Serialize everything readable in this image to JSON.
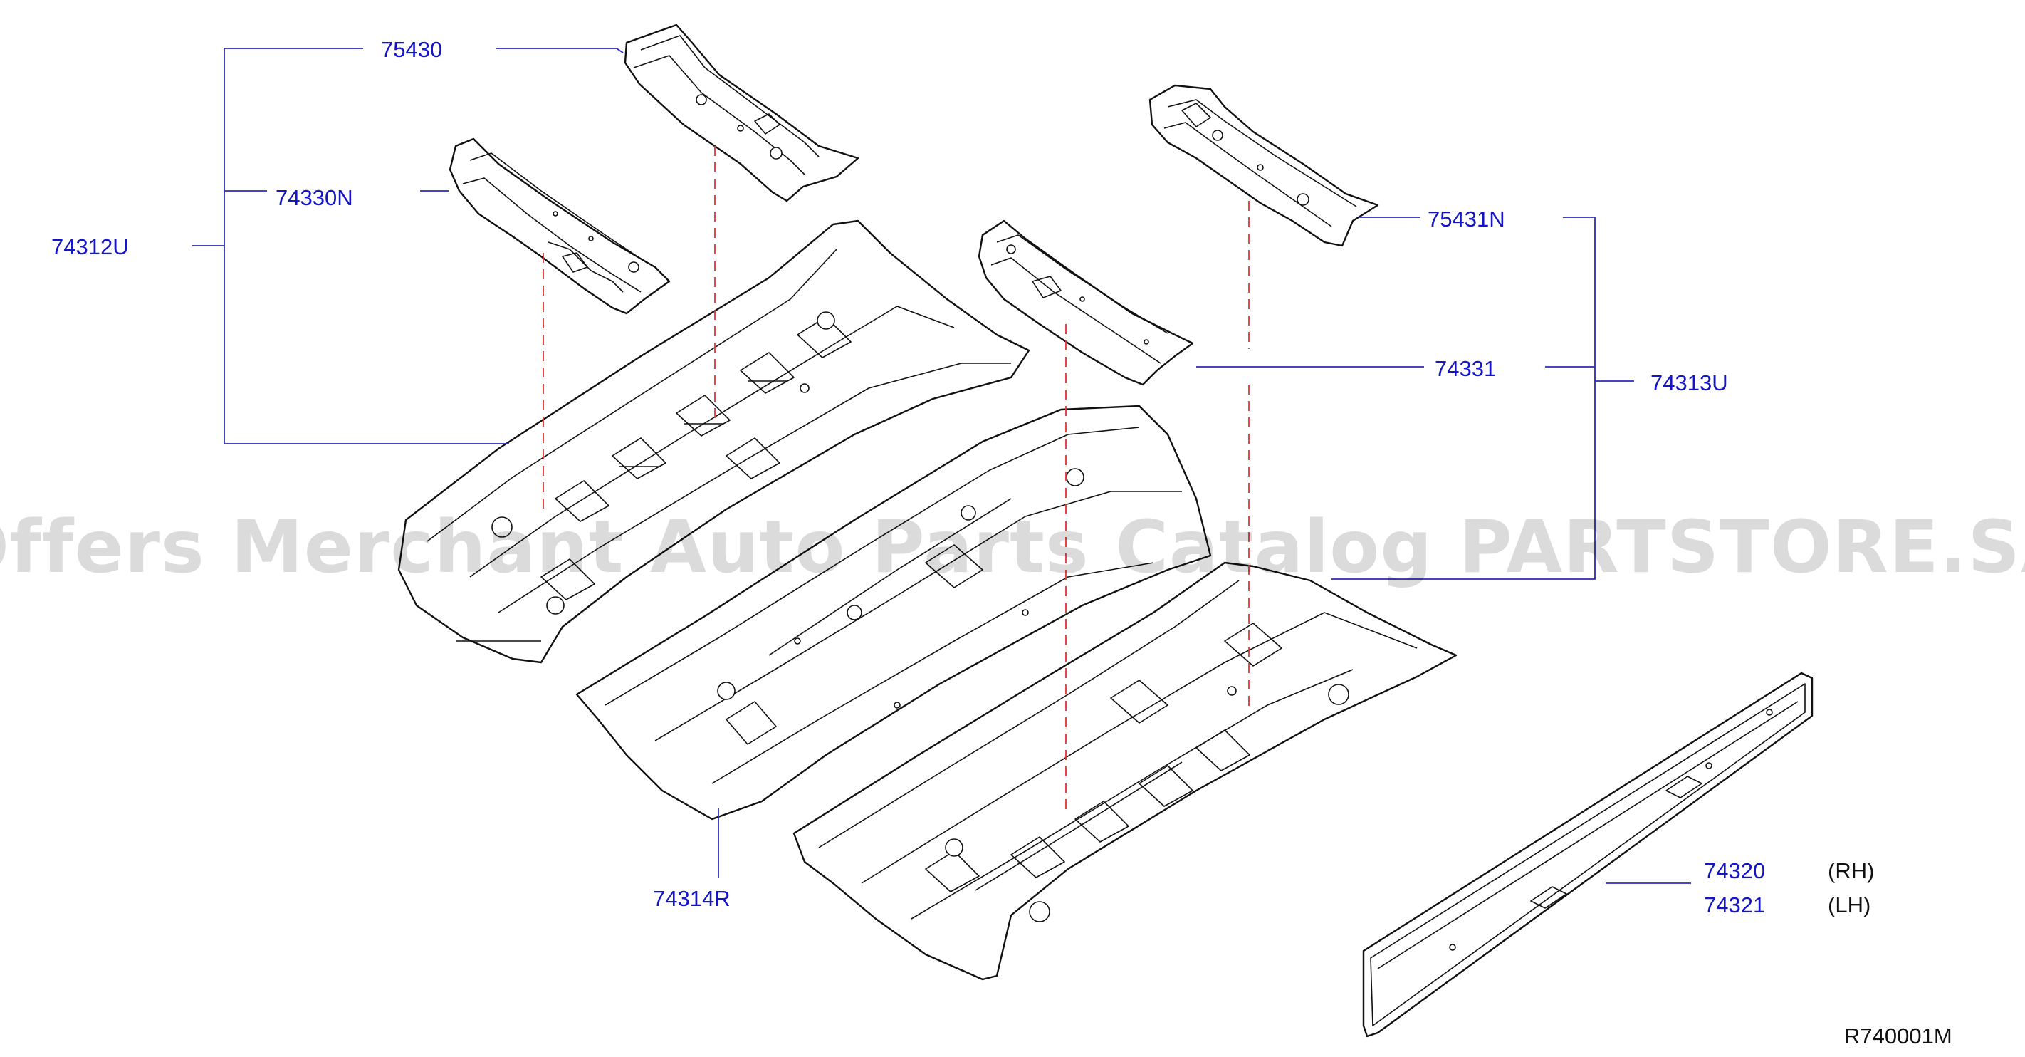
{
  "labels": {
    "p75430": "75430",
    "p74330N": "74330N",
    "p74312U": "74312U",
    "p75431N": "75431N",
    "p74331": "74331",
    "p74313U": "74313U",
    "p74314R": "74314R",
    "p74320": "74320",
    "p74321": "74321",
    "rh": "(RH)",
    "lh": "(LH)"
  },
  "ref_code": "R740001M",
  "watermark": "Offers Merchant Auto Parts Catalog PARTSTORE.SA",
  "colors": {
    "label": "#1414c8",
    "leader": "#2b2bb8",
    "dash": "#e53333",
    "line": "#111111"
  }
}
